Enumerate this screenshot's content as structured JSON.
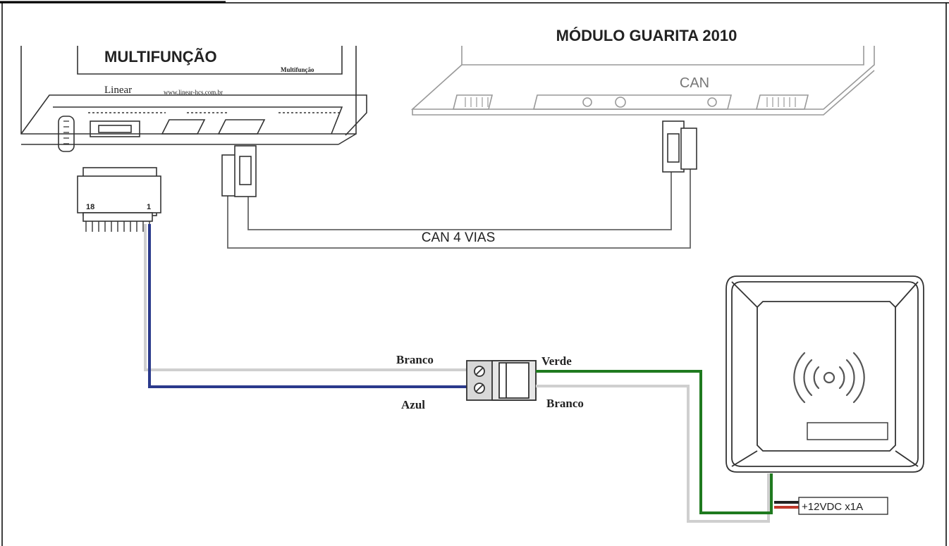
{
  "multifuncao": {
    "title": "MULTIFUNÇÃO",
    "subtitle": "Multifunção",
    "brand": "Linear",
    "url": "www.linear-hcs.com.br"
  },
  "guarita": {
    "title": "MÓDULO GUARITA 2010",
    "can_label": "CAN"
  },
  "connector": {
    "pin_left": "18",
    "pin_right": "1"
  },
  "cable": {
    "label": "CAN  4 VIAS"
  },
  "wires": {
    "branco_left": "Branco",
    "azul": "Azul",
    "verde": "Verde",
    "branco_right": "Branco"
  },
  "power": {
    "label": "+12VDC x1A"
  },
  "colors": {
    "blue_wire": "#2b3a8c",
    "green_wire": "#1f7a1f",
    "white_wire": "#cfcfcf",
    "red_wire": "#c0392b",
    "outline": "#333333"
  }
}
